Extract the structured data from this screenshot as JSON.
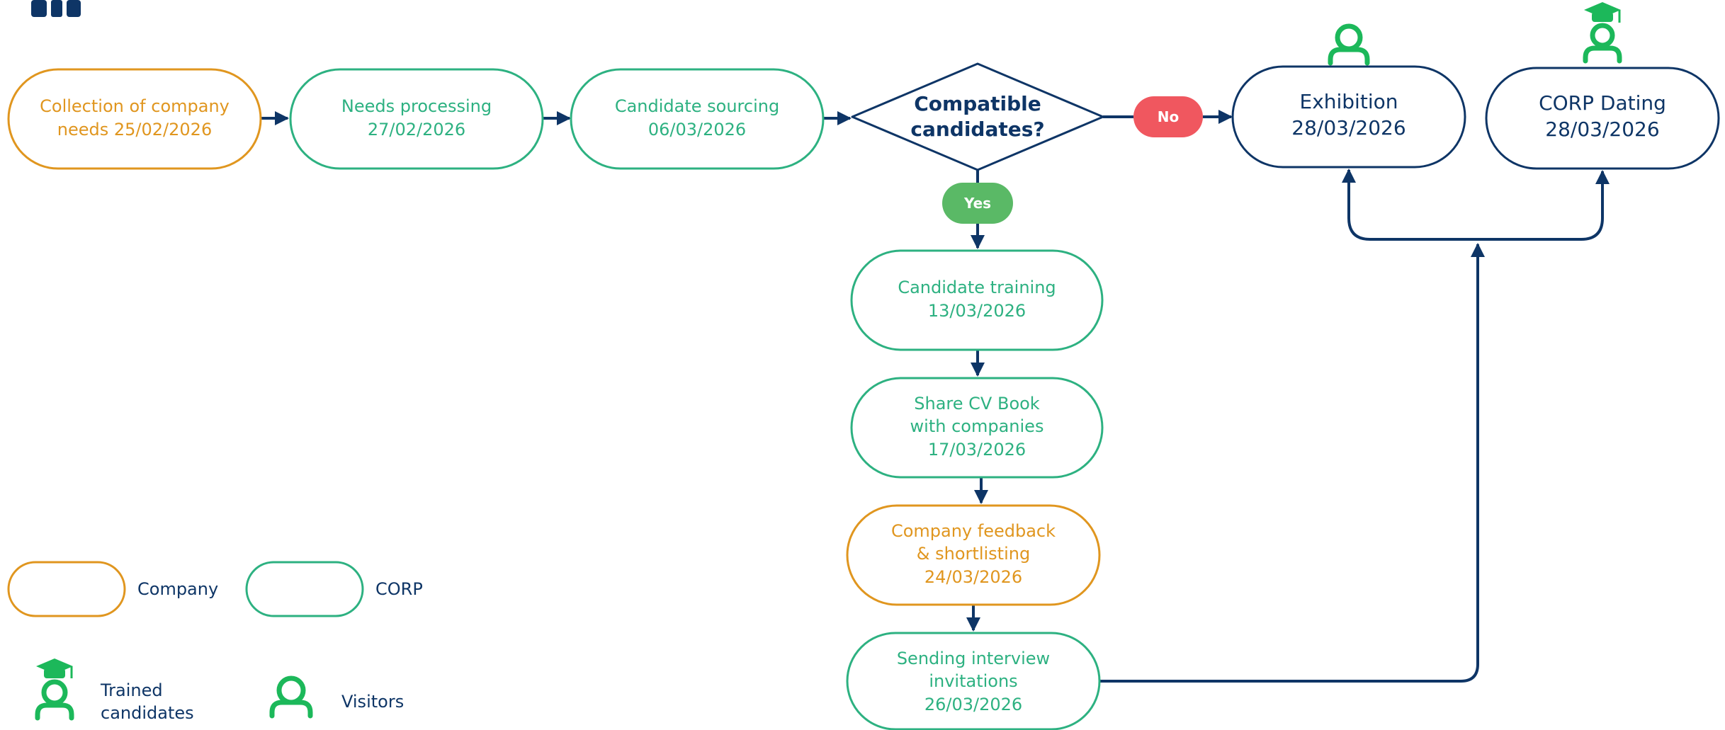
{
  "colors": {
    "navy": "#0e3566",
    "orange": "#e0961f",
    "teal": "#2db181",
    "green_icon": "#1cb85a",
    "red_badge": "#f0575f",
    "green_badge": "#5ab966"
  },
  "nodes": {
    "collection": {
      "line1": "Collection of company",
      "line2": "needs 25/02/2026"
    },
    "needs": {
      "line1": "Needs processing",
      "line2": "27/02/2026"
    },
    "sourcing": {
      "line1": "Candidate sourcing",
      "line2": "06/03/2026"
    },
    "decision": {
      "line1": "Compatible",
      "line2": "candidates?"
    },
    "exhibition": {
      "line1": "Exhibition",
      "line2": "28/03/2026"
    },
    "dating": {
      "line1": "CORP Dating",
      "line2": "28/03/2026"
    },
    "training": {
      "line1": "Candidate training",
      "line2": "13/03/2026"
    },
    "cvbook": {
      "line1": "Share CV Book",
      "line2": "with companies",
      "line3": "17/03/2026"
    },
    "feedback": {
      "line1": "Company feedback",
      "line2": "& shortlisting",
      "line3": "24/03/2026"
    },
    "invites": {
      "line1": "Sending interview",
      "line2": "invitations",
      "line3": "26/03/2026"
    }
  },
  "badges": {
    "no": "No",
    "yes": "Yes"
  },
  "legend": {
    "company": "Company",
    "corp": "CORP",
    "trained_line1": "Trained",
    "trained_line2": "candidates",
    "visitors": "Visitors"
  },
  "icons": {
    "logo": "logo-icon",
    "visitor": "person-icon",
    "trained": "graduate-person-icon"
  }
}
